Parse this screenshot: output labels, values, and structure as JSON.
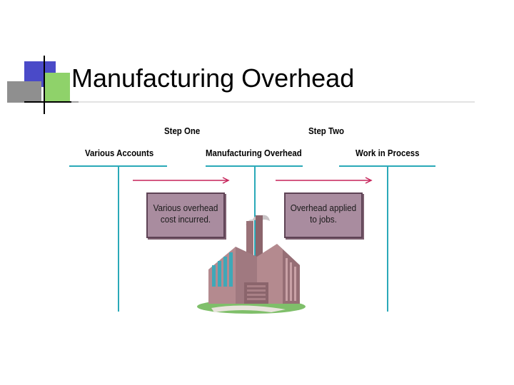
{
  "title": "Manufacturing Overhead",
  "steps": {
    "one": "Step One",
    "two": "Step Two"
  },
  "accounts": {
    "left": "Various Accounts",
    "middle": "Manufacturing Overhead",
    "right": "Work in Process"
  },
  "notes": {
    "step_one": [
      "Various overhead",
      "cost incurred."
    ],
    "step_two": [
      "Overhead applied",
      "to jobs."
    ]
  },
  "colors": {
    "t_account_line": "#2aa9b8",
    "arrow": "#c6245a",
    "note_fill": "#a98c9f",
    "factory": "#b48a8f"
  },
  "icons": {
    "corner_logo": "square-cluster-logo",
    "factory": "factory-icon"
  }
}
